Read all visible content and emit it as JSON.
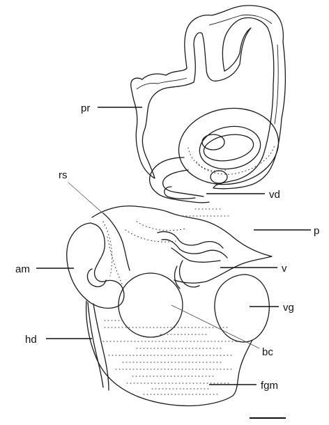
{
  "labels": {
    "pr": "pr",
    "rs": "rs",
    "vd": "vd",
    "p": "p",
    "am": "am",
    "v": "v",
    "vg": "vg",
    "hd": "hd",
    "bc": "bc",
    "fgm": "fgm"
  },
  "colors": {
    "line": "#1a1a1a",
    "background": "#ffffff"
  }
}
